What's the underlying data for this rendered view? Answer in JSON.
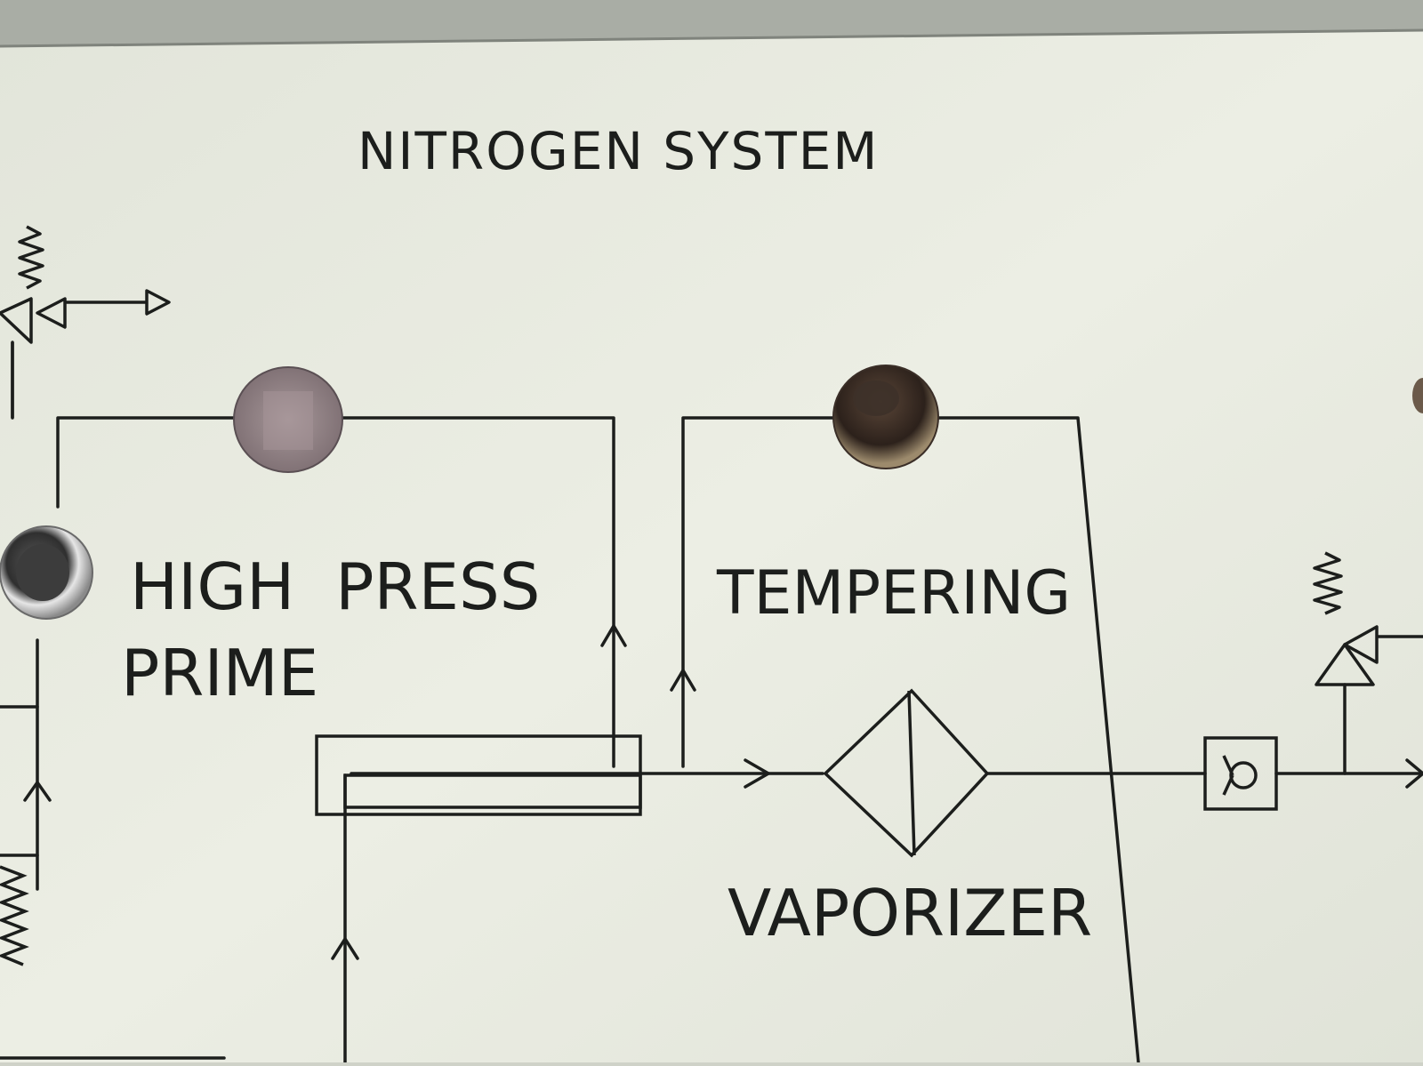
{
  "panel": {
    "title": "NITROGEN SYSTEM",
    "labels": {
      "high_press_line1": "HIGH  PRESS",
      "high_press_line2": "PRIME",
      "tempering": "TEMPERING",
      "vaporizer": "VAPORIZER"
    },
    "colors": {
      "panel_surface": "#e7eadf",
      "line_ink": "#1c1e1c",
      "frame_gray": "#9ea19a"
    },
    "symbols": [
      "relief-valve-left-icon",
      "relief-valve-right-icon",
      "vaporizer-heat-exchanger-icon",
      "check-valve-icon",
      "heat-exchanger-tube-icon",
      "flow-arrow-icon"
    ],
    "openings": [
      "high-press-prime-gauge-hole",
      "tempering-valve-hole",
      "indicator-lamp"
    ]
  }
}
